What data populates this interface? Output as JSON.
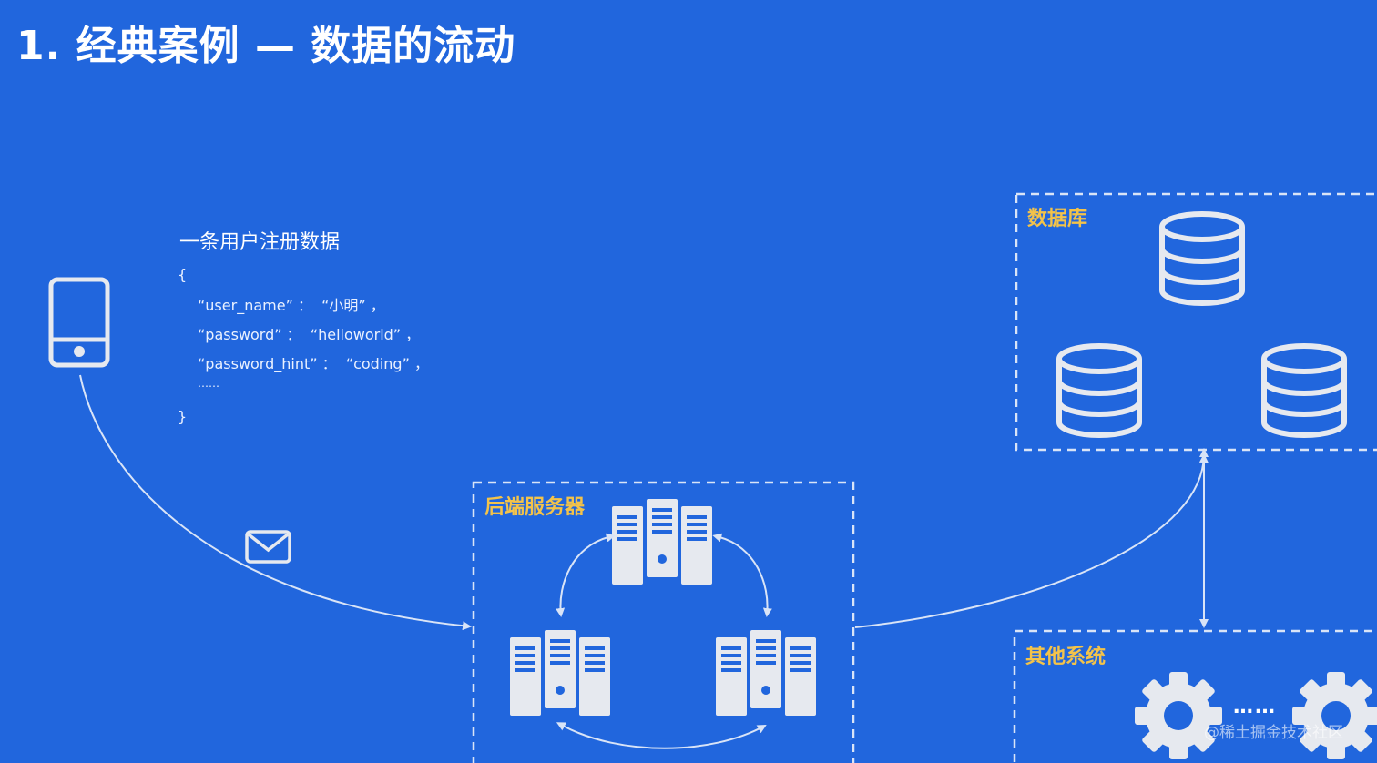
{
  "title": "1. 经典案例 — 数据的流动",
  "payload": {
    "heading": "一条用户注册数据",
    "open_brace": "{",
    "lines": [
      "“user_name” ：  “小明” ，",
      "“password” ：  “helloworld” ，",
      "“password_hint” ：  “coding” ，",
      "……"
    ],
    "close_brace": "}"
  },
  "boxes": {
    "backend": "后端服务器",
    "database": "数据库",
    "other": "其他系统"
  },
  "other_ellipsis": "……",
  "watermark": "@稀土掘金技术社区",
  "colors": {
    "background": "#2166dd",
    "label_accent": "#f3c34a",
    "line": "#d9e4f7",
    "icon": "#e6e9ef"
  },
  "icons": [
    "phone-icon",
    "mail-icon",
    "server-icon",
    "database-icon",
    "gear-icon"
  ]
}
